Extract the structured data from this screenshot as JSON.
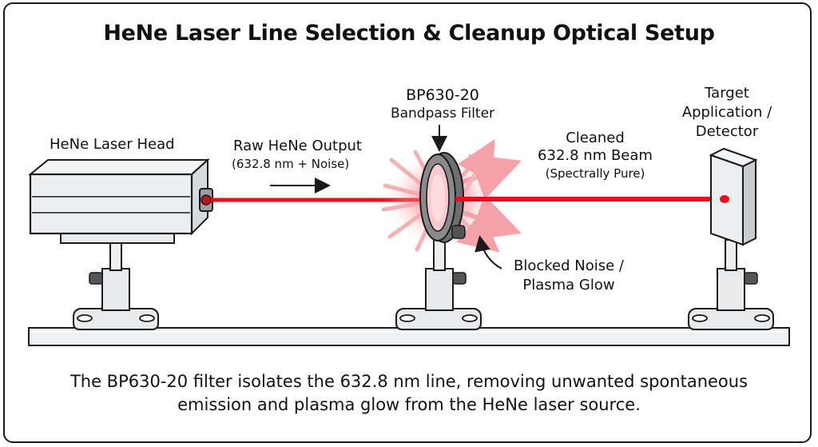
{
  "title": "HeNe Laser Line Selection & Cleanup Optical Setup",
  "labels": {
    "laser_head": "HeNe Laser Head",
    "raw_output_line1": "Raw HeNe Output",
    "raw_output_line2": "(632.8 nm + Noise)",
    "filter_line1": "BP630-20",
    "filter_line2": "Bandpass Filter",
    "cleaned_line1": "Cleaned",
    "cleaned_line2": "632.8 nm Beam",
    "cleaned_line3": "(Spectrally Pure)",
    "target_line1": "Target",
    "target_line2": "Application /",
    "target_line3": "Detector",
    "blocked_line1": "Blocked Noise /",
    "blocked_line2": "Plasma Glow"
  },
  "caption": {
    "line1": "The BP630-20 filter isolates the 632.8 nm line, removing unwanted spontaneous",
    "line2": "emission and plasma glow from the HeNe laser source."
  },
  "colors": {
    "beam": "#e8101a",
    "glow": "#f7a3a8",
    "outline": "#1a1a1a",
    "metal": "#e8eaec",
    "filter_ring": "#6e6e6e"
  }
}
